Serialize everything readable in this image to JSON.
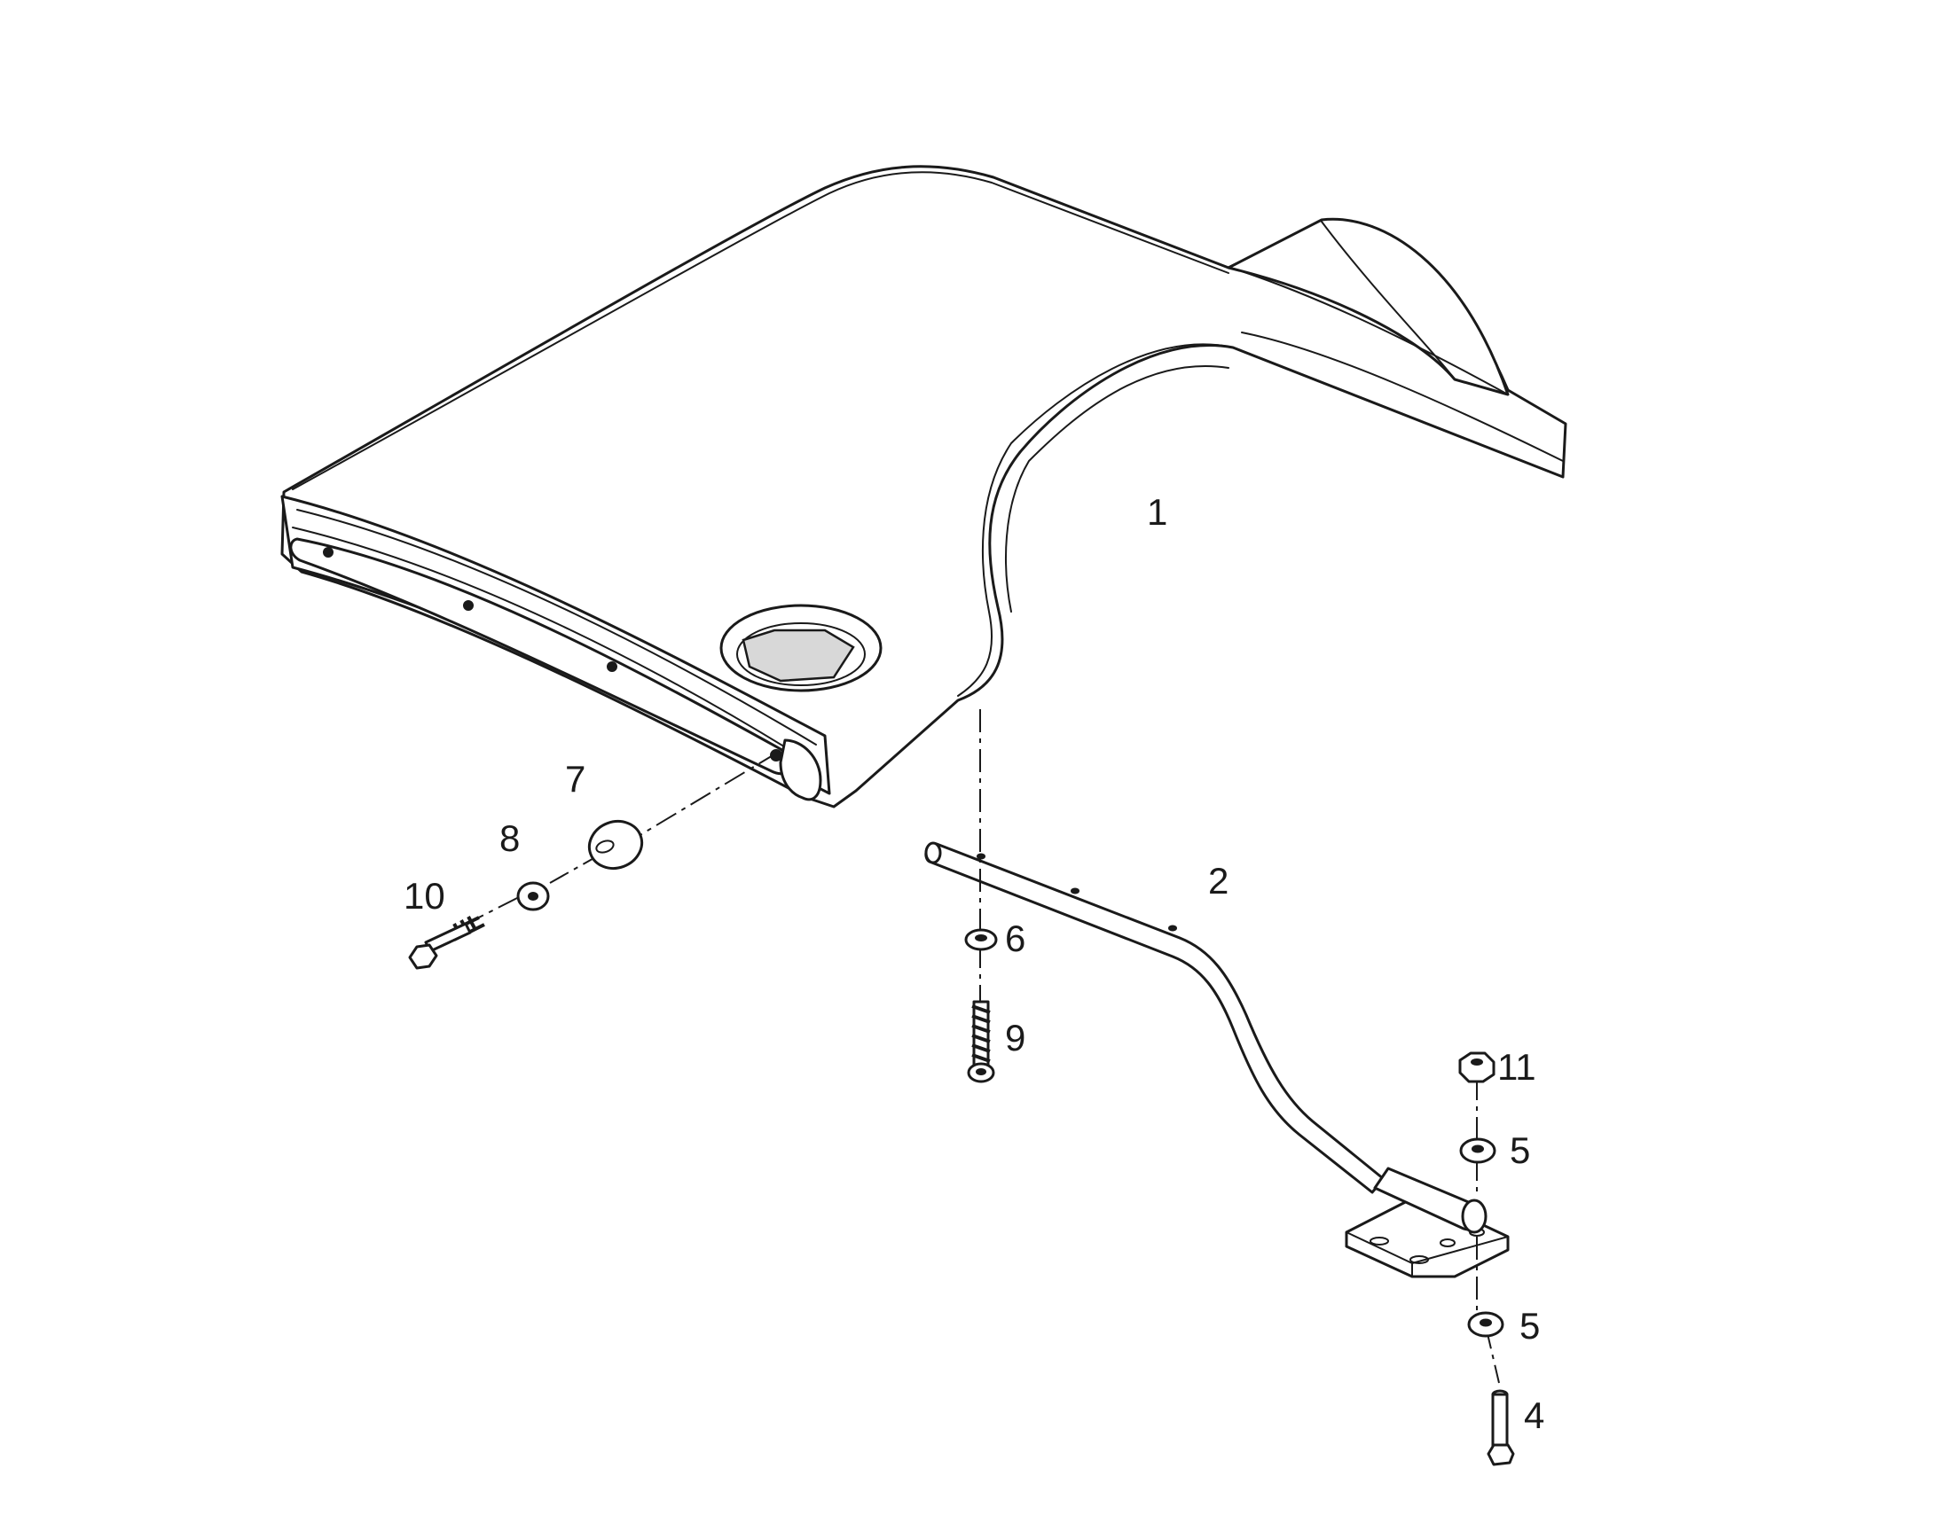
{
  "callouts": [
    {
      "id": "1",
      "label": "1"
    },
    {
      "id": "2",
      "label": "2"
    },
    {
      "id": "4",
      "label": "4"
    },
    {
      "id": "5a",
      "label": "5"
    },
    {
      "id": "5b",
      "label": "5"
    },
    {
      "id": "6",
      "label": "6"
    },
    {
      "id": "7",
      "label": "7"
    },
    {
      "id": "8",
      "label": "8"
    },
    {
      "id": "9",
      "label": "9"
    },
    {
      "id": "10",
      "label": "10"
    },
    {
      "id": "11",
      "label": "11"
    }
  ],
  "colors": {
    "line": "#1a1a1a",
    "background": "#ffffff"
  }
}
